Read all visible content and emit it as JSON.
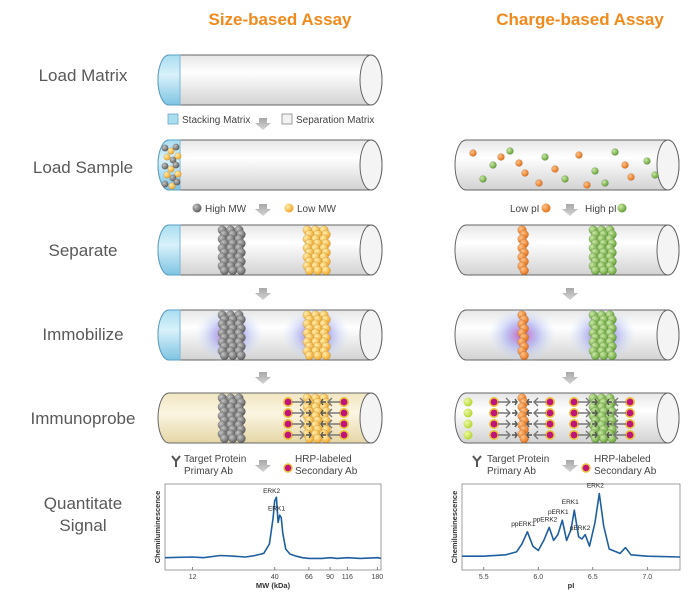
{
  "columns": {
    "size_title": "Size-based Assay",
    "charge_title": "Charge-based Assay"
  },
  "steps": {
    "load_matrix": "Load Matrix",
    "load_sample": "Load Sample",
    "separate": "Separate",
    "immobilize": "Immobilize",
    "immunoprobe": "Immunoprobe",
    "quantitate_line1": "Quantitate",
    "quantitate_line2": "Signal"
  },
  "legends": {
    "stacking_matrix": "Stacking Matrix",
    "separation_matrix": "Separation Matrix",
    "high_mw": "High MW",
    "low_mw": "Low MW",
    "low_pi": "Low pI",
    "high_pi": "High pI",
    "target_protein_line1": "Target Protein",
    "target_protein_line2": "Primary Ab",
    "hrp_line1": "HRP-labeled",
    "hrp_line2": "Secondary Ab"
  },
  "colors": {
    "title_orange": "#f08a1c",
    "stacking_blue": "#8fd0ea",
    "high_mw_gray": "#6e6e6e",
    "low_mw_orange": "#f5a623",
    "low_pi_orange": "#e87a22",
    "high_pi_green": "#7ab648",
    "trace_blue": "#1f5fa0",
    "hrp_magenta": "#c0147c"
  },
  "chart_data": [
    {
      "type": "line",
      "title": "",
      "xlabel": "MW (kDa)",
      "ylabel": "Chemiluminescence",
      "x_scale": "log",
      "xticks": [
        12,
        40,
        66,
        90,
        116,
        180
      ],
      "xlim": [
        8,
        190
      ],
      "ylim": [
        0,
        1
      ],
      "series": [
        {
          "points": [
            [
              8,
              0.06
            ],
            [
              12,
              0.07
            ],
            [
              14,
              0.06
            ],
            [
              18,
              0.09
            ],
            [
              22,
              0.08
            ],
            [
              26,
              0.07
            ],
            [
              30,
              0.09
            ],
            [
              34,
              0.12
            ],
            [
              37,
              0.25
            ],
            [
              39,
              0.6
            ],
            [
              40,
              0.85
            ],
            [
              41,
              0.9
            ],
            [
              42,
              0.55
            ],
            [
              43,
              0.65
            ],
            [
              44,
              0.62
            ],
            [
              45,
              0.4
            ],
            [
              47,
              0.18
            ],
            [
              50,
              0.11
            ],
            [
              55,
              0.08
            ],
            [
              60,
              0.06
            ],
            [
              66,
              0.05
            ],
            [
              80,
              0.05
            ],
            [
              90,
              0.06
            ],
            [
              100,
              0.05
            ],
            [
              116,
              0.06
            ],
            [
              140,
              0.05
            ],
            [
              180,
              0.06
            ],
            [
              190,
              0.05
            ]
          ]
        }
      ],
      "annotations": [
        {
          "text": "ERK2",
          "x": 40.5
        },
        {
          "text": "ERK1",
          "x": 43.5
        }
      ]
    },
    {
      "type": "line",
      "title": "",
      "xlabel": "pI",
      "ylabel": "Chemiluminescence",
      "xticks": [
        5.5,
        6.0,
        6.5,
        7.0
      ],
      "xlim": [
        5.3,
        7.3
      ],
      "ylim": [
        0,
        1
      ],
      "series": [
        {
          "points": [
            [
              5.3,
              0.08
            ],
            [
              5.5,
              0.08
            ],
            [
              5.7,
              0.1
            ],
            [
              5.8,
              0.14
            ],
            [
              5.85,
              0.25
            ],
            [
              5.9,
              0.42
            ],
            [
              5.95,
              0.22
            ],
            [
              6.0,
              0.16
            ],
            [
              6.05,
              0.3
            ],
            [
              6.1,
              0.48
            ],
            [
              6.14,
              0.3
            ],
            [
              6.18,
              0.38
            ],
            [
              6.22,
              0.58
            ],
            [
              6.26,
              0.3
            ],
            [
              6.3,
              0.45
            ],
            [
              6.33,
              0.72
            ],
            [
              6.37,
              0.35
            ],
            [
              6.4,
              0.32
            ],
            [
              6.43,
              0.38
            ],
            [
              6.47,
              0.22
            ],
            [
              6.52,
              0.55
            ],
            [
              6.56,
              0.95
            ],
            [
              6.6,
              0.5
            ],
            [
              6.65,
              0.18
            ],
            [
              6.75,
              0.12
            ],
            [
              6.8,
              0.2
            ],
            [
              6.85,
              0.1
            ],
            [
              7.0,
              0.08
            ],
            [
              7.3,
              0.07
            ]
          ]
        }
      ],
      "annotations": [
        {
          "text": "ppERK1",
          "x": 5.9
        },
        {
          "text": "ppERK2",
          "x": 6.1
        },
        {
          "text": "pERK1",
          "x": 6.22
        },
        {
          "text": "pERK2",
          "x": 6.42
        },
        {
          "text": "ERK1",
          "x": 6.33
        },
        {
          "text": "ERK2",
          "x": 6.56
        }
      ]
    }
  ]
}
